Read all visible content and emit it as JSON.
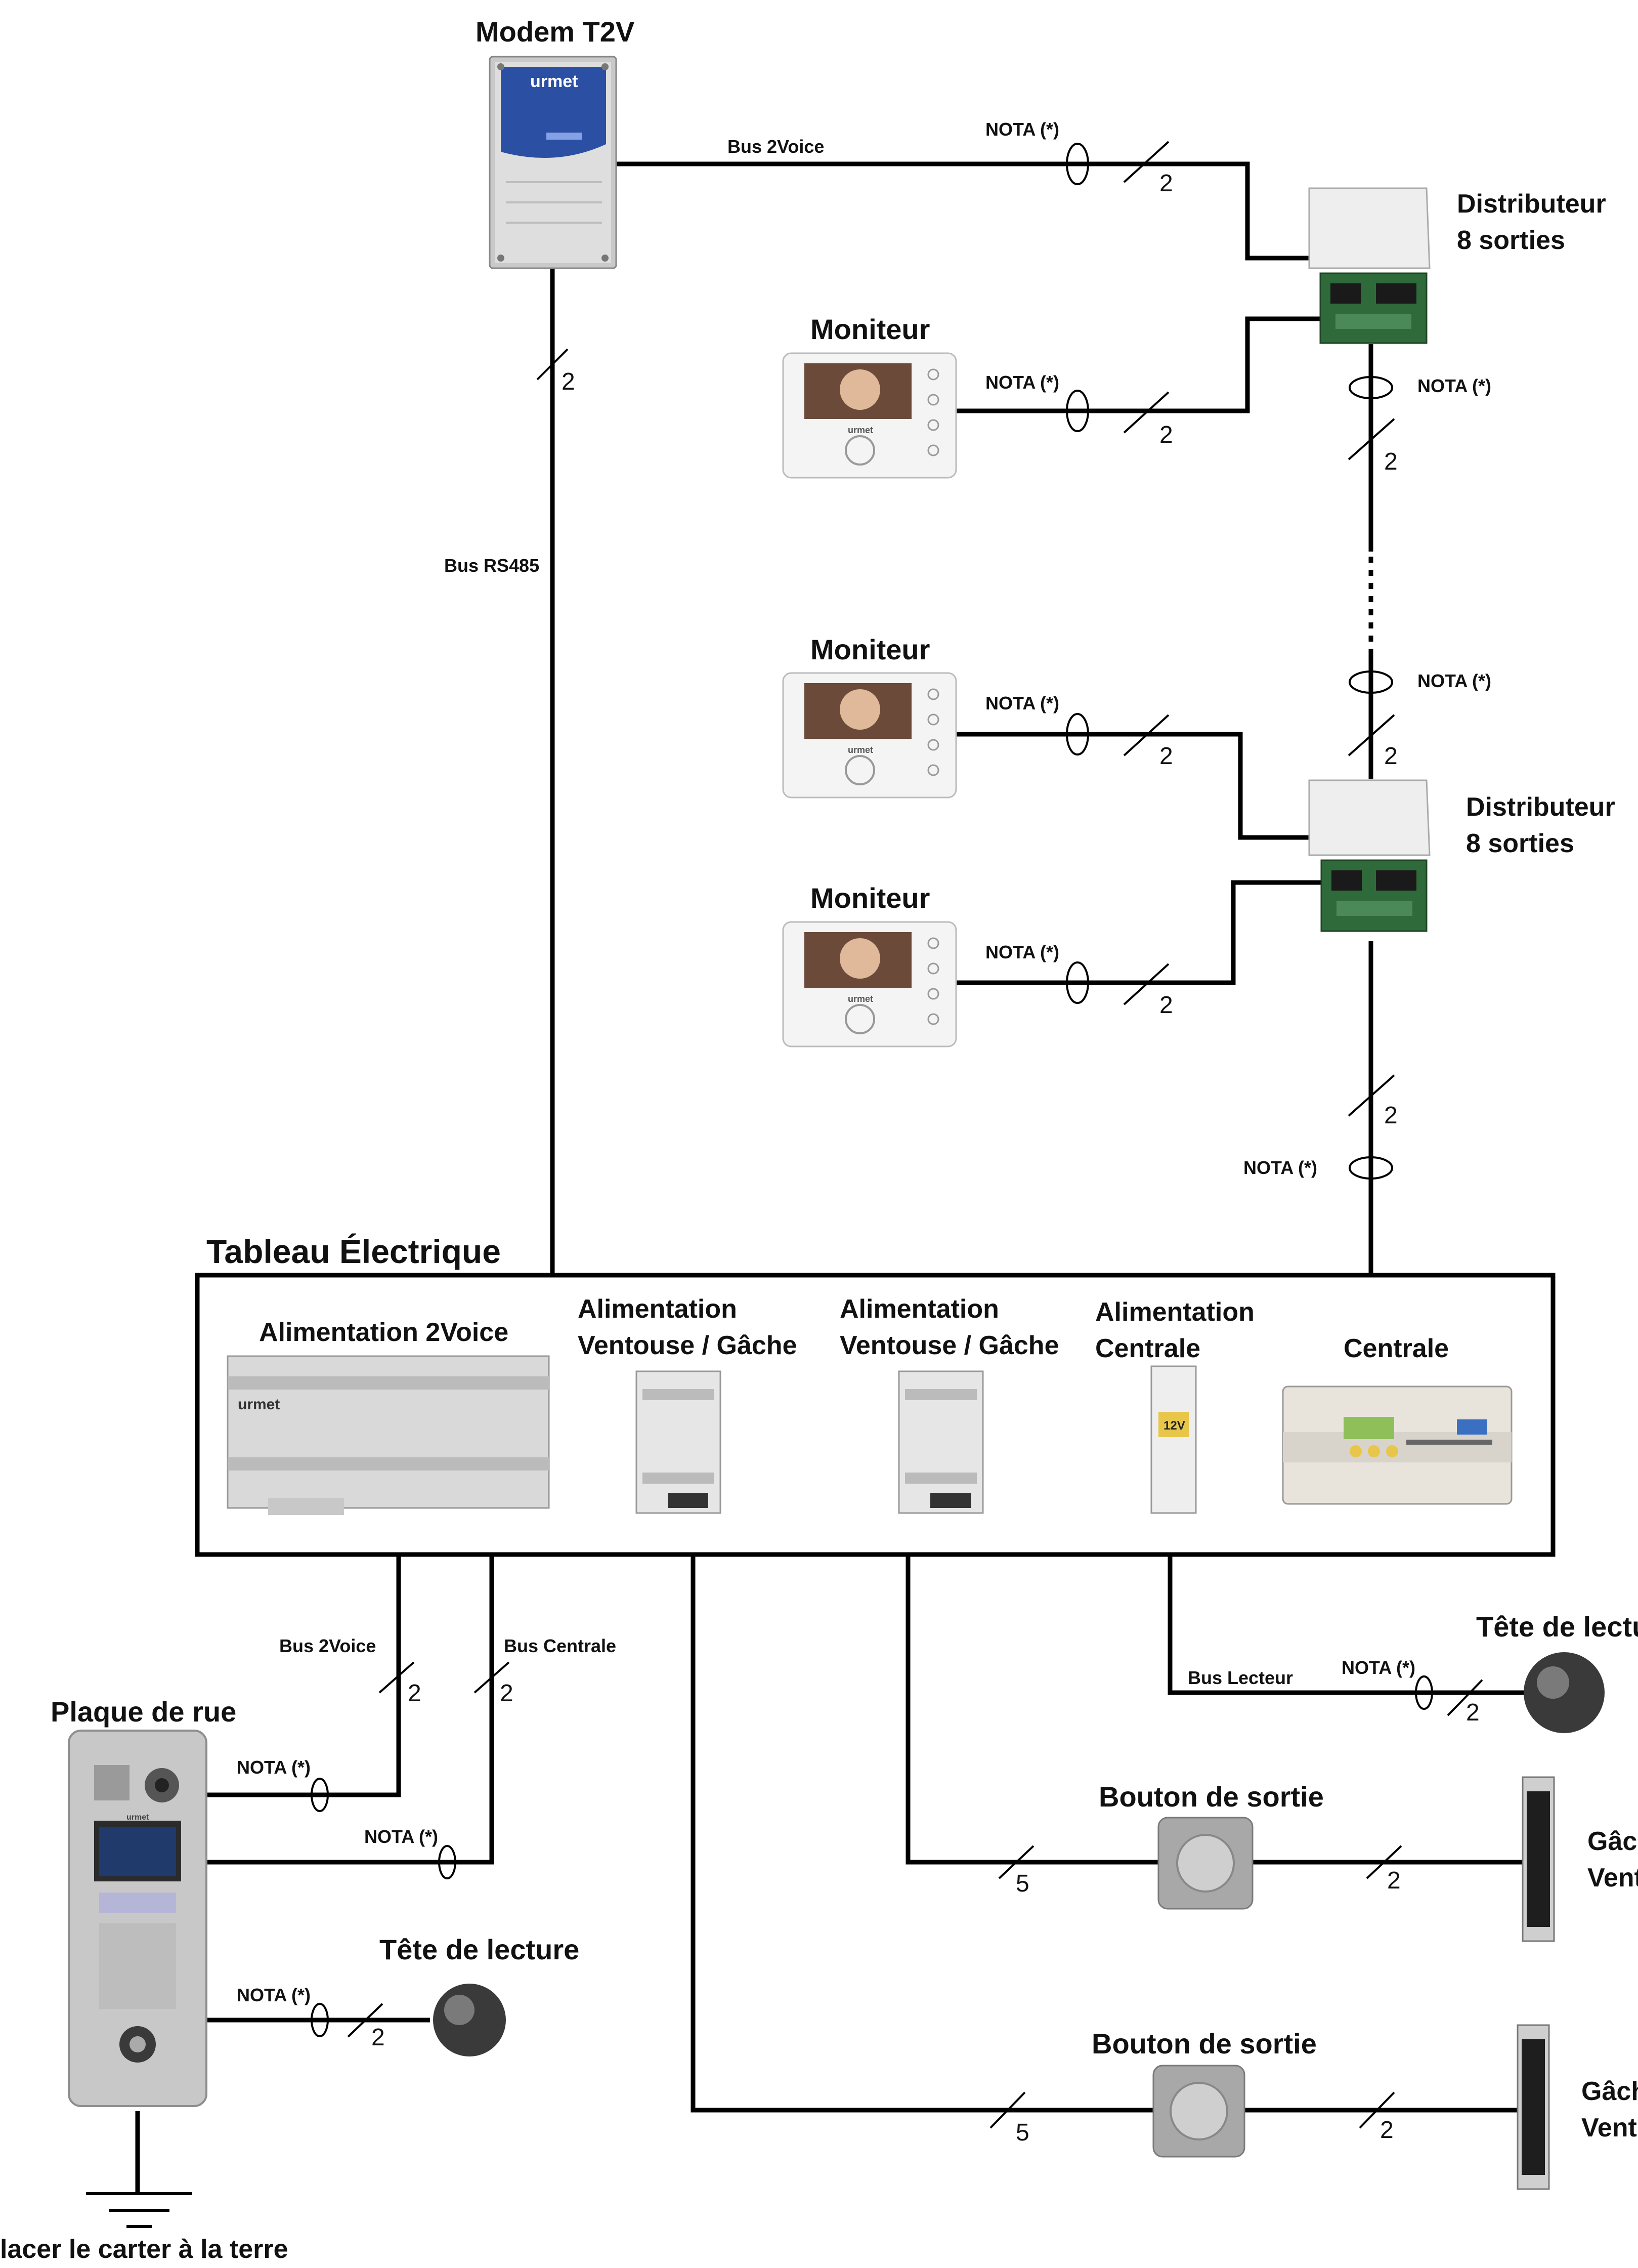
{
  "modem": {
    "title": "Modem T2V",
    "brand": "urmet"
  },
  "buses": {
    "bus_2voice_top": "Bus 2Voice",
    "bus_rs485": "Bus RS485",
    "bus_2voice_bottom": "Bus 2Voice",
    "bus_centrale": "Bus Centrale",
    "bus_lecteur": "Bus Lecteur"
  },
  "nota": "NOTA (*)",
  "counts": {
    "two": "2",
    "five": "5"
  },
  "distributors": [
    {
      "line1": "Distributeur",
      "line2": "8 sorties"
    },
    {
      "line1": "Distributeur",
      "line2": "8 sorties"
    }
  ],
  "monitors": [
    {
      "label": "Moniteur",
      "brand": "urmet"
    },
    {
      "label": "Moniteur",
      "brand": "urmet"
    },
    {
      "label": "Moniteur",
      "brand": "urmet"
    }
  ],
  "panel": {
    "title": "Tableau Électrique",
    "psu_2voice": "Alimentation 2Voice",
    "psu_lock_1": {
      "line1": "Alimentation",
      "line2": "Ventouse / Gâche"
    },
    "psu_lock_2": {
      "line1": "Alimentation",
      "line2": "Ventouse / Gâche"
    },
    "psu_central": {
      "line1": "Alimentation",
      "line2": "Centrale"
    },
    "central": "Centrale",
    "psu_badge": "12V"
  },
  "street_plate": {
    "label": "Plaque de rue",
    "brand": "urmet"
  },
  "reader_left": "Tête de lecture",
  "reader_right": "Tête de lectu",
  "exit_buttons": [
    {
      "label": "Bouton de sortie"
    },
    {
      "label": "Bouton de sortie"
    }
  ],
  "locks": [
    {
      "line1": "Gâch",
      "line2": "Vent"
    },
    {
      "line1": "Gâch",
      "line2": "Vent"
    }
  ],
  "ground": "lacer le carter à la terre",
  "colors": {
    "wire": "#000000",
    "modem_blue": "#2a4fa3",
    "board_green": "#2f6b3a",
    "metal": "#b9b9b9",
    "panel_grey": "#d9d9d9"
  }
}
